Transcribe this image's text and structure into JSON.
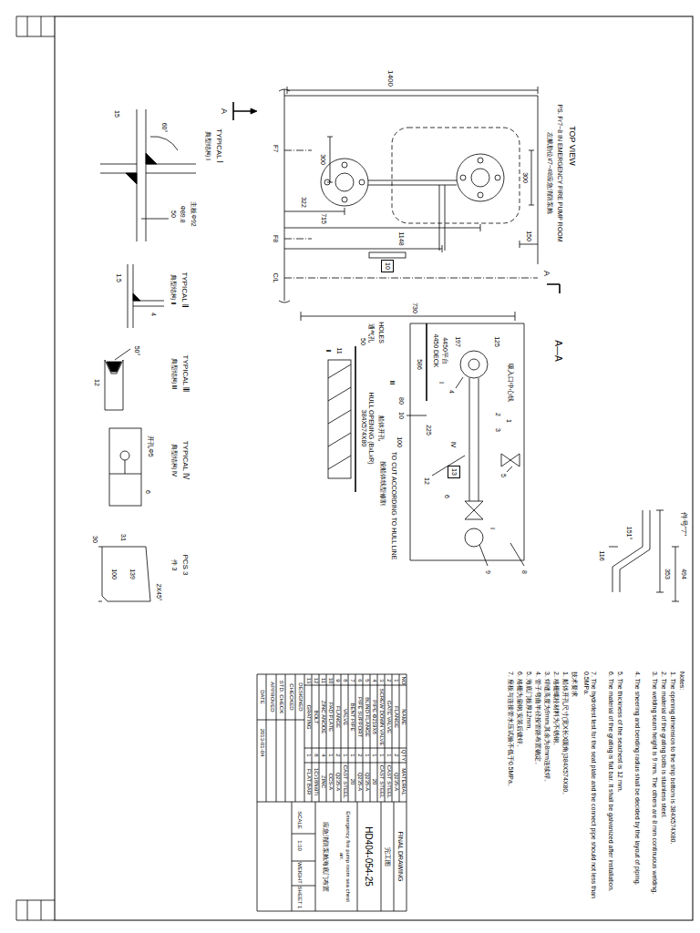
{
  "diagram": {
    "nodes": [
      {
        "text": [
          "10"
        ]
      },
      {
        "text": [
          "13"
        ]
      }
    ],
    "labels": [
      "TOP VIEW",
      "PS. Fr7~8 IN EMERGENCY FIRE PUMP ROOM",
      "左舷肋位#7~#8应急消防泵舱",
      "1400",
      "F7",
      "F8",
      "C/L",
      "A",
      "A",
      "300",
      "300",
      "322",
      "715",
      "1148",
      "150",
      "TYPICAL Ⅰ",
      "典型结构 Ⅰ",
      "15",
      "60°",
      "50",
      "Φ89.8",
      "主板Φ92",
      "TYPICAL Ⅱ",
      "典型结构 Ⅱ",
      "4",
      "1.5",
      "TYPICAL Ⅲ",
      "典型结构 Ⅲ",
      "12",
      "50°",
      "TYPICAL Ⅳ",
      "典型结构 Ⅳ",
      "开孔Φ5",
      "6",
      "PCS 3",
      "件 3",
      "30",
      "31",
      "100",
      "139",
      "2X45°",
      "件号\"7\"",
      "494",
      "353",
      "116",
      "151°",
      "A—A",
      "730",
      "4450 DECK",
      "4450平台",
      "197",
      "125",
      "吸入口中心线",
      "HOLES",
      "通气孔",
      "50",
      "HULL OPENING (BxLxR) 384X574X80",
      "船体开孔",
      "TO CUT ACCORDING TO HULL LINE",
      "按船体线型修割",
      "586",
      "225",
      "100",
      "80",
      "Ⅰ",
      "Ⅱ",
      "Ⅲ",
      "Ⅳ",
      "Ⅰ",
      "1",
      "2",
      "3",
      "4",
      "5",
      "6",
      "8",
      "9",
      "10",
      "11",
      "12",
      "Notes:",
      "1. The opening dimension to the ship bottom is 384X574X80.",
      "2. The material of the grating bolts is stainless steel.",
      "3. The welding seam height is 9 mm. The others are 8 mm continuous welding.",
      "4. The sheering and bending radius shall be decided by the layout of piping.",
      "5. The thickness of the seachest is 12 mm.",
      "6. The material of the grating is flat bar. It shall be galvanized after installation.",
      "7. The hydrotest test for the seat plate and the connect pipe should not less than 0.5MPa.",
      "技术要求",
      "1. 船体开孔尺寸(宽X长X圆角)384X574X80。",
      "2. 格栅螺栓材料为不锈钢。",
      "3. 焊缝高度为9mm,其余为8mm连续焊。",
      "4. 管子弯曲半径按管路布置确定。",
      "5. 海底门板厚12mm。",
      "6. 格栅为扁钢,安装后镀锌。",
      "7. 座板与连接管水压试验不低于0.5MPa。",
      "NO",
      "NAME",
      "QTY",
      "MATERIAL",
      "1",
      "FLANGE",
      "2",
      "Q235-A",
      "2",
      "GATE VALVE",
      "1",
      "CAST STEEL",
      "3",
      "SCREW DOWN VALVE",
      "1",
      "CAST STEEL",
      "4",
      "PIPE Φ219X8",
      "1",
      "20",
      "5",
      "BLIND FLANGE",
      "1",
      "Q235-A",
      "6",
      "PIPE SUPPORT",
      "2",
      "Q235-A",
      "7",
      "BENT PIPE",
      "1",
      "20",
      "8",
      "VALVE",
      "1",
      "CAST STEEL",
      "9",
      "FLANGE",
      "2",
      "Q235-A",
      "10",
      "PAD PLATE",
      "1",
      "CCS-A",
      "11",
      "ZINC ANODE",
      "4",
      "ZINC",
      "12",
      "BOLT",
      "8",
      "1Cr18Ni9Ti",
      "13",
      "GRATING",
      "1",
      "FLAT BAR",
      "DESIGNED",
      "CHECKED",
      "STD. CHECK",
      "APPROVED",
      "DATE",
      "2013-01-04",
      "FINAL DRAWING",
      "完工图",
      "HD404-054-25",
      "Emergency fire pump room sea chest arr.",
      "应急消防泵舱海底门布置",
      "SCALE",
      "1:10",
      "WEIGHT",
      "SHEET 1"
    ]
  }
}
